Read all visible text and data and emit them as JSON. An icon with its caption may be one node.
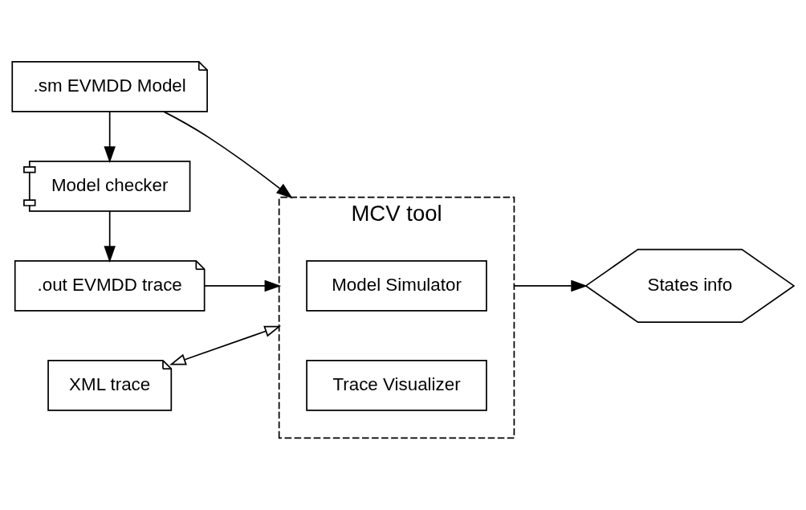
{
  "diagram": {
    "nodes": [
      {
        "text": [
          ".sm EVMDD Model"
        ]
      },
      {
        "text": [
          "MCV tool"
        ]
      },
      {
        "text": [
          "Model Simulator"
        ],
        "in": 1
      },
      {
        "text": [
          "Trace Visualizer"
        ],
        "in": 1
      },
      {
        "text": [
          "Model checker"
        ]
      },
      {
        "text": [
          ".out EVMDD trace"
        ]
      },
      {
        "text": [
          "XML trace"
        ]
      },
      {
        "text": [
          "States info"
        ]
      }
    ],
    "edges": [
      {
        "from": 0,
        "to": 4,
        "arrow": "to"
      },
      {
        "from": 0,
        "to": 1,
        "arrow": "to"
      },
      {
        "from": 4,
        "to": 5,
        "arrow": "to"
      },
      {
        "from": 5,
        "to": 1,
        "arrow": "to"
      },
      {
        "from": 1,
        "to": 7,
        "arrow": "to"
      },
      {
        "from": 6,
        "to": 1,
        "arrow": "both"
      }
    ]
  }
}
